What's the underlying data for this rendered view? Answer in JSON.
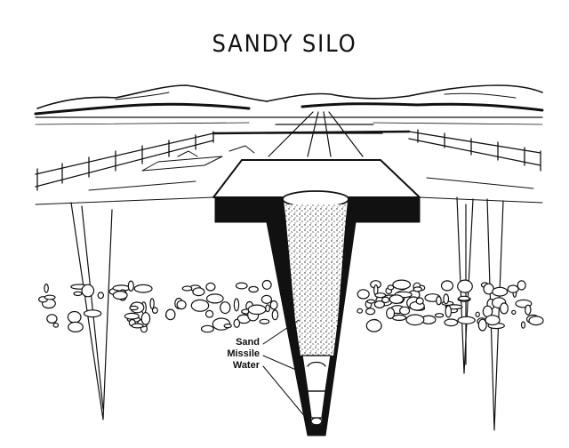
{
  "title": "SANDY SILO",
  "labels": {
    "sand": "Sand",
    "missile": "Missile",
    "water": "Water"
  },
  "colors": {
    "ink": "#111111",
    "paper": "#ffffff"
  }
}
